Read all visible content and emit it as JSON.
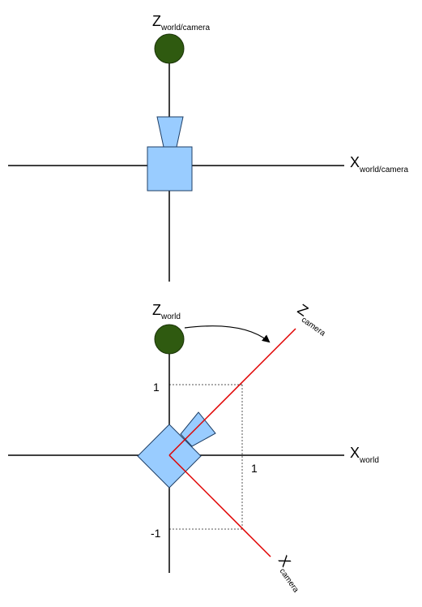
{
  "colors": {
    "axis": "#000000",
    "camera_fill": "#99ccff",
    "camera_stroke": "#1f3f66",
    "sphere_fill": "#2f5a10",
    "rotated_axis": "#e00000",
    "dotted_guide": "#555555"
  },
  "top_diagram": {
    "z_axis": {
      "letter": "Z",
      "subscript": "world/camera"
    },
    "x_axis": {
      "letter": "X",
      "subscript": "world/camera"
    }
  },
  "bottom_diagram": {
    "z_world": {
      "letter": "Z",
      "subscript": "world"
    },
    "x_world": {
      "letter": "X",
      "subscript": "world"
    },
    "z_camera": {
      "letter": "Z",
      "subscript": "camera"
    },
    "x_camera": {
      "letter": "X",
      "subscript": "camera"
    },
    "tick_z_pos": "1",
    "tick_z_neg": "-1",
    "tick_x_pos": "1"
  }
}
